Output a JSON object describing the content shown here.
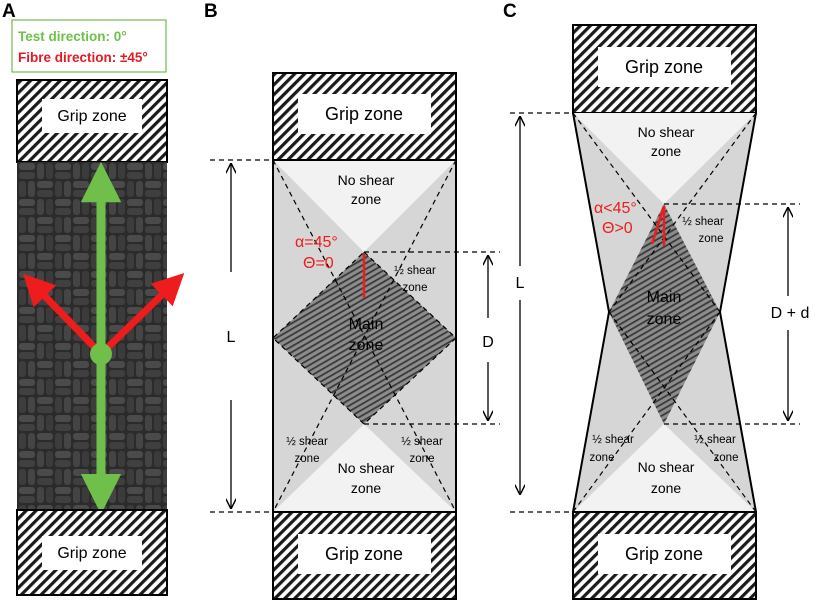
{
  "panels": {
    "a": {
      "letter": "A",
      "legend": {
        "test_direction": "Test direction: 0°",
        "fibre_direction": "Fibre direction: ±45°"
      },
      "grip_top": "Grip zone",
      "grip_bottom": "Grip zone"
    },
    "b": {
      "letter": "B",
      "grip_top": "Grip zone",
      "grip_bottom": "Grip zone",
      "no_shear_top": [
        "No shear",
        "zone"
      ],
      "no_shear_bottom": [
        "No shear",
        "zone"
      ],
      "half_shear_right": [
        "½ shear",
        "zone"
      ],
      "half_shear_bottom_left": [
        "½ shear",
        "zone"
      ],
      "half_shear_bottom_right": [
        "½ shear",
        "zone"
      ],
      "main": [
        "Main",
        "zone"
      ],
      "alpha": "α=45°",
      "theta": "Θ=0",
      "dim_l": "L",
      "dim_d": "D"
    },
    "c": {
      "letter": "C",
      "grip_top": "Grip zone",
      "grip_bottom": "Grip zone",
      "no_shear_top": [
        "No shear",
        "zone"
      ],
      "no_shear_bottom": [
        "No shear",
        "zone"
      ],
      "half_shear_right": [
        "½ shear",
        "zone"
      ],
      "half_shear_bottom_left": [
        "½ shear",
        "zone"
      ],
      "half_shear_bottom_right": [
        "½ shear",
        "zone"
      ],
      "main": [
        "Main",
        "zone"
      ],
      "alpha": "α<45°",
      "theta": "Θ>0",
      "dim_l": "L",
      "dim_d": "D + d"
    }
  },
  "colors": {
    "test_arrow": "#6fbf4a",
    "fibre_arrow": "#ee1c1c",
    "zone_grey": "#d6d6d6",
    "no_shear_fill": "#f2f2f2",
    "fabric_dark": "#262626"
  }
}
